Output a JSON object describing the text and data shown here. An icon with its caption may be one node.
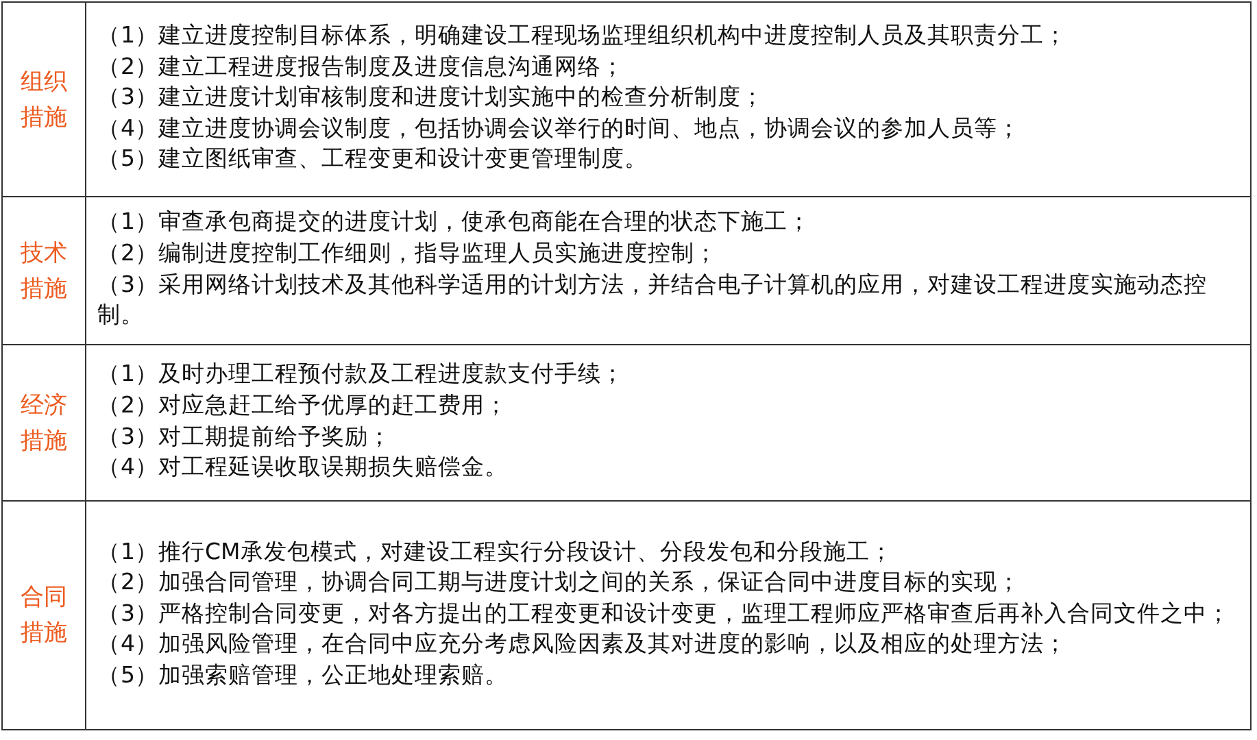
{
  "diagram": {
    "labels": [
      "组织措施",
      "（1）建立进度控制目标体系，明确建设工程现场监理组织机构中进度控制人员及其职责分工；",
      "（2）建立工程进度报告制度及进度信息沟通网络；",
      "（3）建立进度计划审核制度和进度计划实施中的检查分析制度；",
      "（4）建立进度协调会议制度，包括协调会议举行的时间、地点，协调会议的参加人员等；",
      "（5）建立图纸审查、工程变更和设计变更管理制度。",
      "技术措施",
      "（1）审查承包商提交的进度计划，使承包商能在合理的状态下施工；",
      "（2）编制进度控制工作细则，指导监理人员实施进度控制；",
      "（3）采用网络计划技术及其他科学适用的计划方法，并结合电子计算机的应用，对建设工程进度实施动态控制。",
      "经济措施",
      "（1）及时办理工程预付款及工程进度款支付手续；",
      "（2）对应急赶工给予优厚的赶工费用；",
      "（3）对工期提前给予奖励；",
      "（4）对工程延误收取误期损失赔偿金。",
      "合同措施",
      "（1）推行CM承发包模式，对建设工程实行分段设计、分段发包和分段施工；",
      "（2）加强合同管理，协调合同工期与进度计划之间的关系，保证合同中进度目标的实现；",
      "（3）严格控制合同变更，对各方提出的工程变更和设计变更，监理工程师应严格审查后再补入合同文件之中；",
      "（4）加强风险管理，在合同中应充分考虑风险因素及其对进度的影响，以及相应的处理方法；",
      "（5）加强索赔管理，公正地处理索赔。"
    ]
  }
}
